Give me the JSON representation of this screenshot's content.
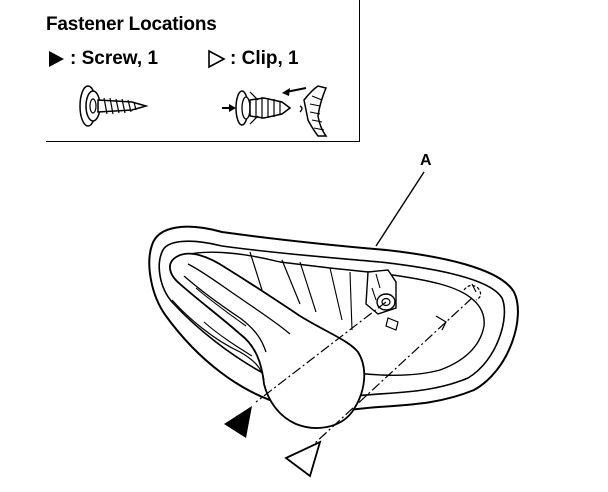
{
  "legend": {
    "title": "Fastener Locations",
    "screw_label": ": Screw, 1",
    "clip_label": ": Clip, 1"
  },
  "callouts": {
    "a_label": "A"
  },
  "icons": {
    "screw_symbol": "filled-triangle",
    "clip_symbol": "outline-triangle"
  }
}
